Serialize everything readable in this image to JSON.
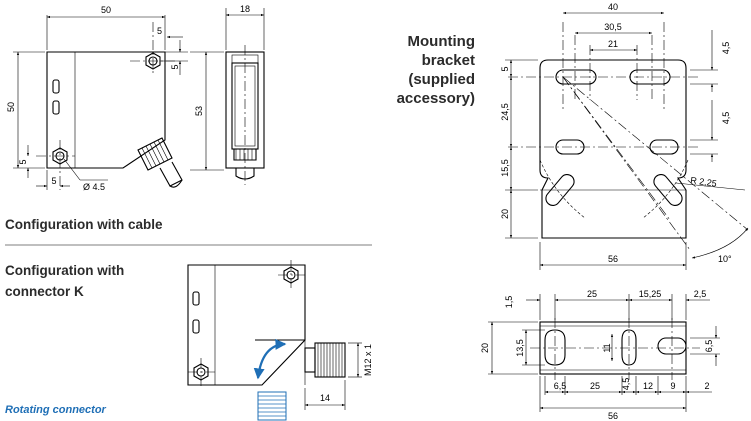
{
  "labels": {
    "mounting_bracket_line1": "Mounting",
    "mounting_bracket_line2": "bracket",
    "mounting_bracket_line3": "(supplied",
    "mounting_bracket_line4": "accessory)",
    "config_cable": "Configuration with cable",
    "config_connector_line1": "Configuration with",
    "config_connector_line2": "connector K",
    "rotating_connector": "Rotating connector"
  },
  "dims": {
    "cable_width": "50",
    "cable_height": "50",
    "cable_height_total": "53",
    "cable_top_offset": "5",
    "cable_side_offset": "5",
    "cable_bottom_offset": "5",
    "cable_left_offset": "5",
    "hole_diameter": "Ø 4.5",
    "side_width": "18",
    "connector_length": "14",
    "connector_thread": "M12 x 1",
    "bracket_width_top": "40",
    "bracket_inner_1": "30,5",
    "bracket_inner_2": "21",
    "bracket_slot_h1": "4,5",
    "bracket_slot_h2": "4,5",
    "bracket_v1": "5",
    "bracket_v2": "24,5",
    "bracket_v3": "15,5",
    "bracket_v4": "20",
    "bracket_radius": "R 2,25",
    "bracket_angle": "10°",
    "bracket_width_bottom": "56",
    "plan_top_1": "1,5",
    "plan_top_2": "25",
    "plan_top_3": "15,25",
    "plan_top_4": "2,5",
    "plan_height": "20",
    "plan_slot_h": "13,5",
    "plan_slot_inner": "11",
    "plan_right_slot": "6,5",
    "plan_bottom_1": "6,5",
    "plan_bottom_2": "25",
    "plan_bottom_3": "4,5",
    "plan_bottom_4": "12",
    "plan_bottom_5": "9",
    "plan_bottom_6": "2",
    "plan_total": "56"
  }
}
